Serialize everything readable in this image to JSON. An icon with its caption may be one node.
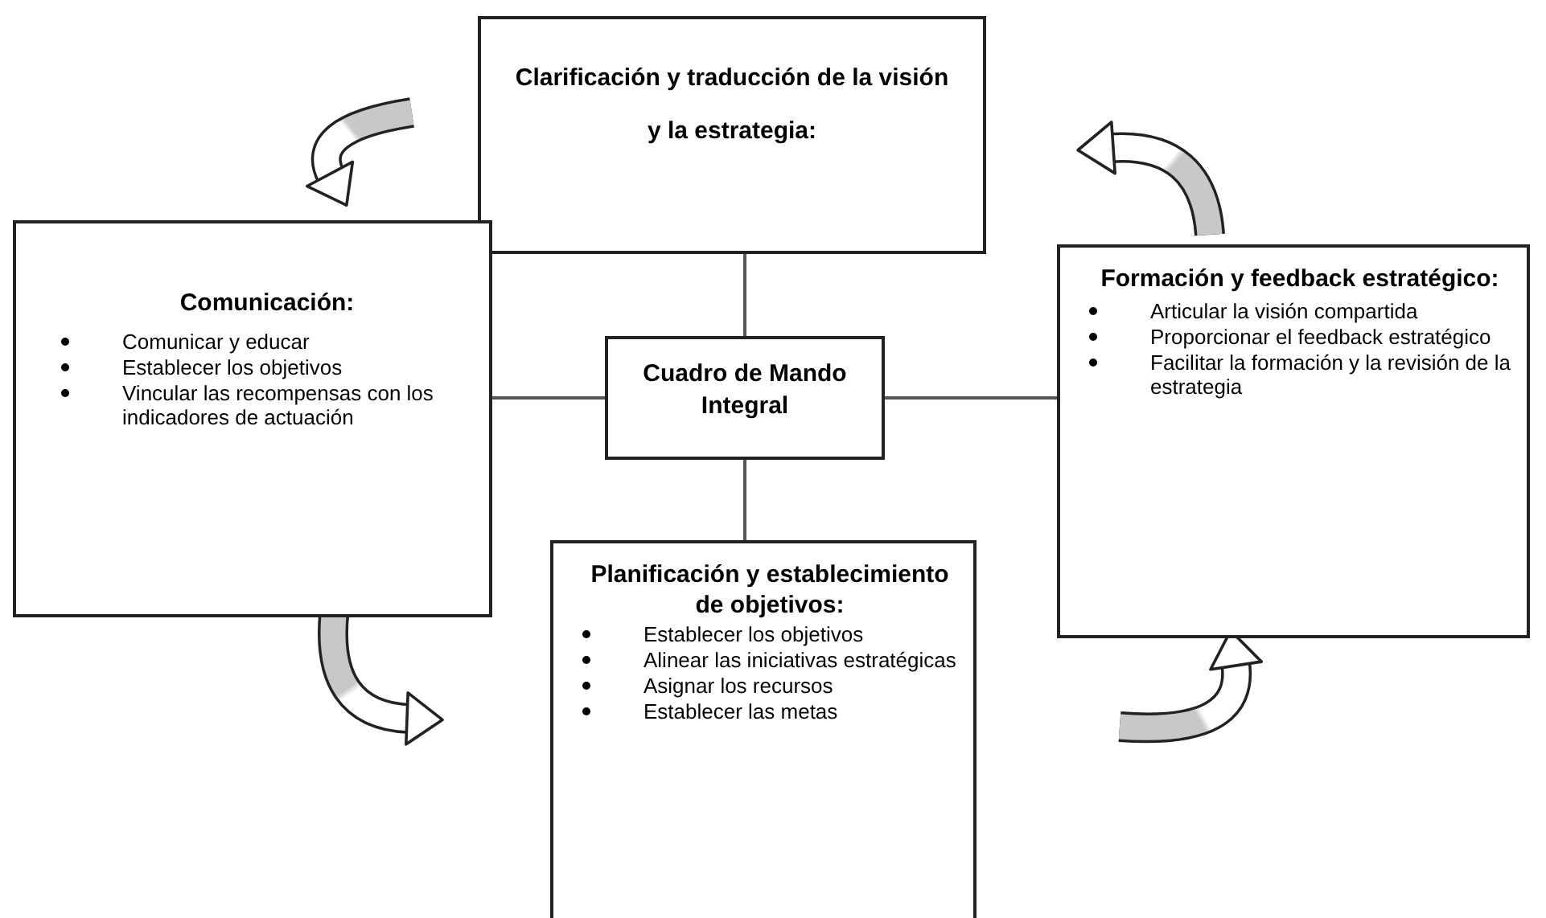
{
  "diagram": {
    "nodes": [
      {
        "text": [
          "**Clarificación y traducción de la visión y la estrategia**:"
        ]
      },
      {
        "text": [
          "Comunicación:",
          "Comunicar y educar",
          "Establecer los objetivos",
          "Vincular las recompensas con los indicadores de actuación"
        ]
      },
      {
        "text": [
          "Cuadro de Mando Integral"
        ]
      },
      {
        "text": [
          "Formación y feedback estratégico:",
          "Articular la visión compartida",
          "Proporcionar el feedback estratégico",
          "Facilitar la formación y la revisión de la estrategia"
        ]
      },
      {
        "text": [
          "Planificación y establecimiento de objetivos:",
          "Establecer los objetivos",
          "Alinear las iniciativas estratégicas",
          "Asignar los recursos",
          "Establecer las metas"
        ]
      }
    ],
    "edges": [
      {
        "from": 2,
        "to": 0,
        "arrow": "none"
      },
      {
        "from": 2,
        "to": 1,
        "arrow": "none"
      },
      {
        "from": 2,
        "to": 3,
        "arrow": "none"
      },
      {
        "from": 2,
        "to": 4,
        "arrow": "none"
      }
    ]
  }
}
